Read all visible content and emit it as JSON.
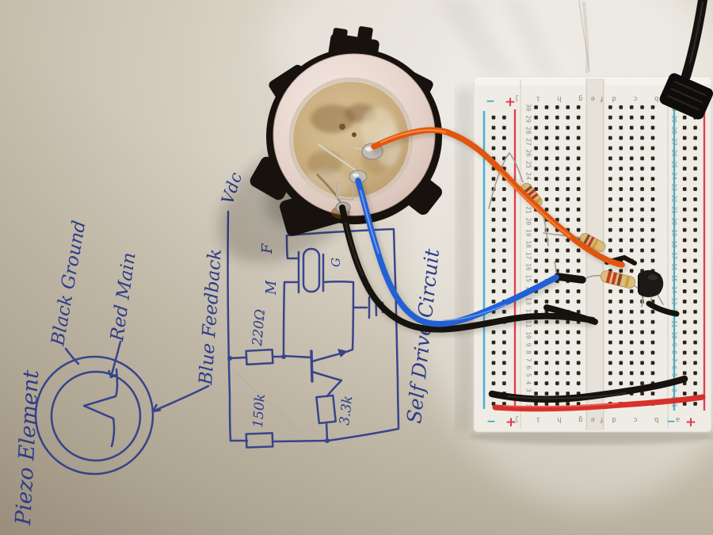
{
  "schematic": {
    "ink_color": "#2e3c8a",
    "labels": {
      "piezo_element": "Piezo Element",
      "black_ground": "Black Ground",
      "red_main": "Red Main",
      "blue_feedback": "Blue Feedback",
      "vdc": "Vdc",
      "self_drive_circuit": "Self Drive Circuit",
      "resistor_220": "220Ω",
      "resistor_150k": "150k",
      "resistor_3_3k": "3.3k",
      "terminal_m": "M",
      "terminal_f": "F",
      "terminal_g": "G"
    }
  },
  "breadboard": {
    "row_numbers": "30 29 28 27 26 25 24 23 22 21 20 19 18 17 16 15 14 13 12 11 10 9 8 7 6 5 4 3 2 1",
    "columns_left": "f g h i j",
    "columns_right": "a b c d e",
    "plus": "+",
    "minus": "−",
    "colors": {
      "rail_blue": "#3cb4d6",
      "rail_red": "#e0404e",
      "body": "#efece5",
      "hole": "#292219"
    }
  },
  "wires": {
    "orange": "#e0560e",
    "blue": "#2260d4",
    "black": "#16120e",
    "red": "#d8302a"
  },
  "components": {
    "piezo_transducer": "piezo-transducer-disc",
    "transistor": "to92-transistor",
    "resistors": "axial-resistors",
    "power_cable": "black-power-cable"
  }
}
